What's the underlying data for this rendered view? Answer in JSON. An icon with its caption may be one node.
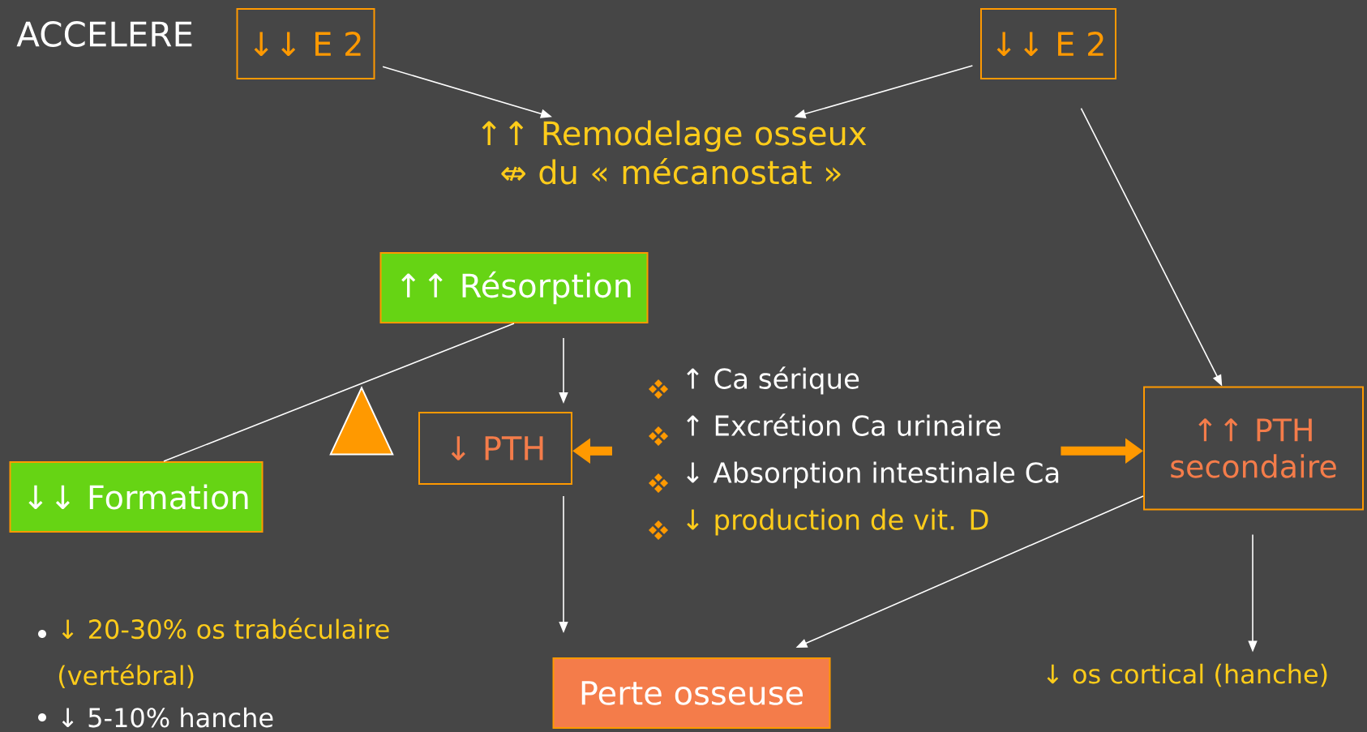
{
  "diagram": {
    "nodes": [
      {
        "text": [
          "↓↓ E 2"
        ]
      },
      {
        "text": [
          "↓↓ E 2"
        ]
      },
      {
        "text": [
          "↑↑ Remodelage osseux ⇎ du « mécanostat »"
        ]
      },
      {
        "text": [
          "↑↑ Résorption"
        ]
      },
      {
        "text": [
          "↓↓ Formation"
        ]
      },
      {
        "text": [
          "↓ PTH"
        ]
      },
      {
        "text": [
          "↑ Ca sérique",
          "↑ Excrétion Ca urinaire",
          "↓ Absorption intestinale Ca",
          "↓ production de vit. D"
        ]
      },
      {
        "text": [
          "↑↑ PTH secondaire"
        ]
      },
      {
        "text": [
          "Perte osseuse"
        ]
      },
      {
        "text": [
          "↓ os cortical (hanche)"
        ]
      },
      {
        "text": [],
        "shape": "triangle"
      }
    ],
    "edges": [
      {
        "from": 0,
        "to": 2,
        "arrow": "to"
      },
      {
        "from": 1,
        "to": 2,
        "arrow": "to"
      },
      {
        "from": 1,
        "to": 7,
        "arrow": "to"
      },
      {
        "from": 3,
        "to": 5,
        "arrow": "to"
      },
      {
        "from": 3,
        "to": 4,
        "arrow": "none"
      },
      {
        "from": 6,
        "to": 5,
        "arrow": "to",
        "style": "thick",
        "color": "#ff9900"
      },
      {
        "from": 6,
        "to": 7,
        "arrow": "to",
        "style": "thick",
        "color": "#ff9900"
      },
      {
        "from": 5,
        "to": 8,
        "arrow": "to"
      },
      {
        "from": 7,
        "to": 8,
        "arrow": "to"
      },
      {
        "from": 7,
        "to": 9,
        "arrow": "to"
      }
    ],
    "labels": [
      "ACCELERE",
      "↓ 20-30% os trabéculaire (vertébral)",
      "↓ 5-10% hanche"
    ]
  }
}
